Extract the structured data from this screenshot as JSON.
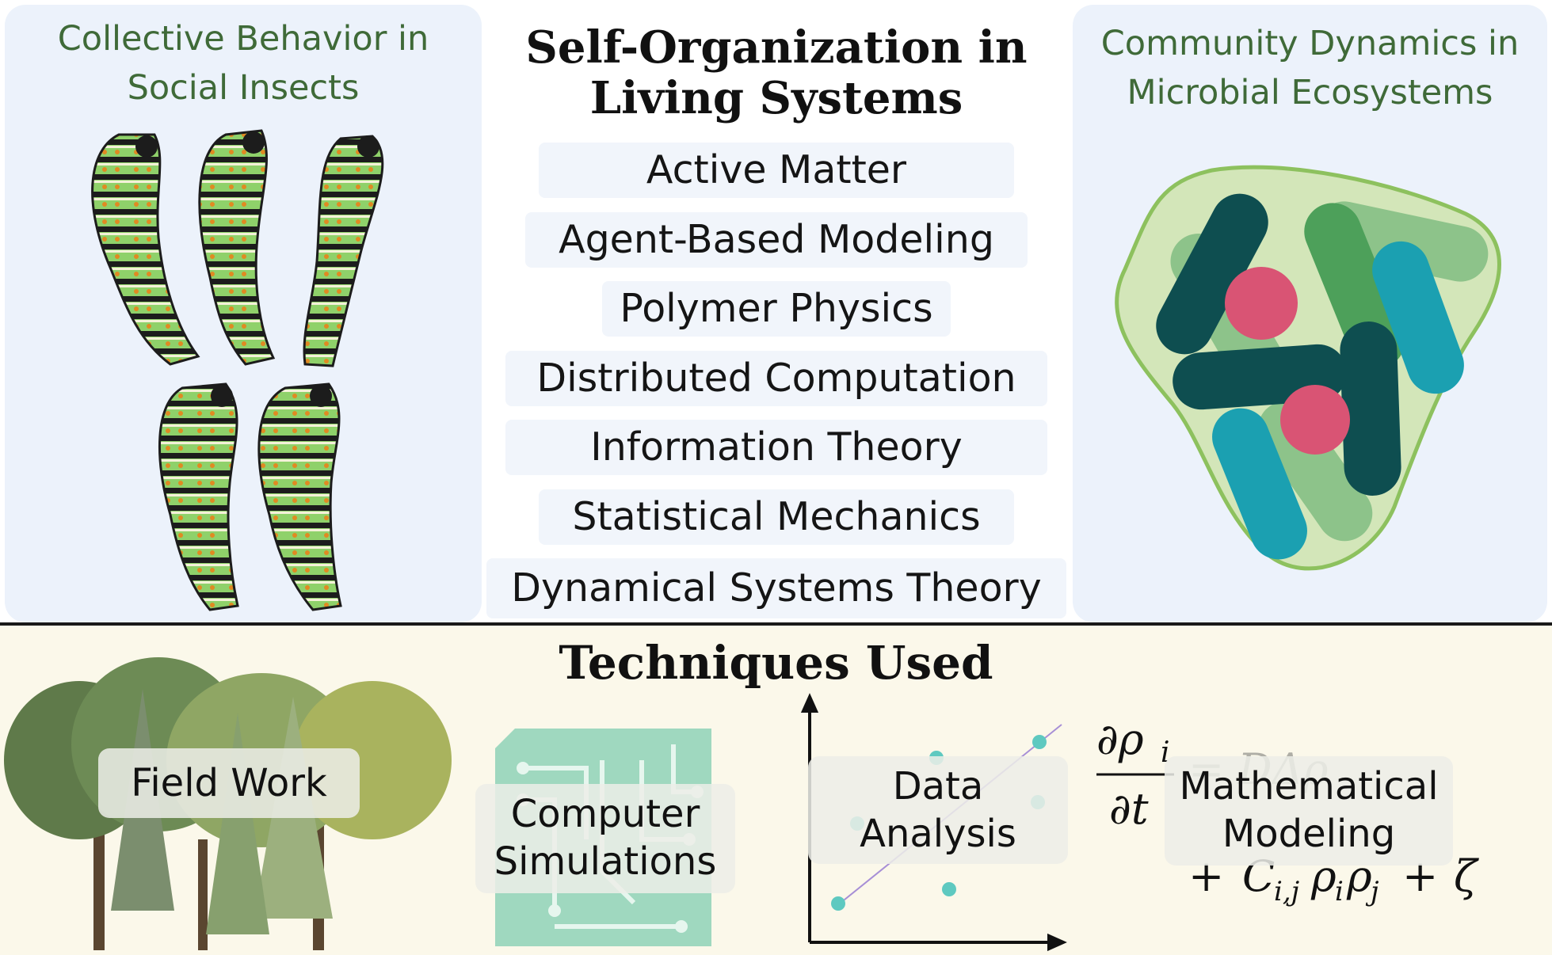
{
  "title": {
    "line1": "Self-Organization in",
    "line2": "Living Systems"
  },
  "left_panel": {
    "title_line1": "Collective Behavior in",
    "title_line2": "Social Insects",
    "illustration": "caterpillars"
  },
  "right_panel": {
    "title_line1": "Community Dynamics in",
    "title_line2": "Microbial Ecosystems",
    "illustration": "bacterial-biofilm"
  },
  "topics": [
    "Active Matter",
    "Agent-Based Modeling",
    "Polymer Physics",
    "Distributed Computation",
    "Information Theory",
    "Statistical Mechanics",
    "Dynamical Systems Theory"
  ],
  "techniques": {
    "title": "Techniques Used",
    "field_work": "Field Work",
    "computer_simulations": {
      "line1": "Computer",
      "line2": "Simulations"
    },
    "data_analysis": {
      "line1": "Data",
      "line2": "Analysis"
    },
    "mathematical_modeling": {
      "line1": "Mathematical",
      "line2": "Modeling"
    }
  },
  "colors": {
    "panel_bg": "#ecf2fb",
    "panel_title": "#3f6a38",
    "bottom_bg": "#fbf8ea",
    "chip_green": "#9fd8bf",
    "scatter_point": "#5ec9c0"
  }
}
